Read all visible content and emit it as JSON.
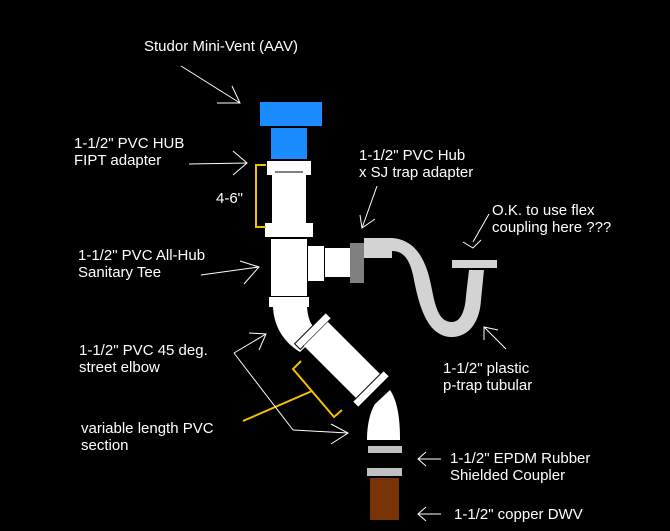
{
  "diagram": {
    "title": "PVC drain with Studor AAV and p-trap",
    "colors": {
      "background": "#000000",
      "label_text": "#ffffff",
      "vent": "#1a8cff",
      "pvc": "#ffffff",
      "trap": "#d3d3d3",
      "trap_adapter_nut": "#808080",
      "coupler_band": "#c0c0c0",
      "copper": "#7a3306",
      "dimension": "#f2c200",
      "leader": "#ffffff"
    },
    "labels": {
      "studor_vent": "Studor Mini-Vent (AAV)",
      "fipt_adapter_line1": "1-1/2\" PVC HUB",
      "fipt_adapter_line2": "FIPT adapter",
      "dimension_4_6": "4-6\"",
      "sanitary_tee_line1": "1-1/2\" PVC All-Hub",
      "sanitary_tee_line2": "Sanitary Tee",
      "trap_adapter_line1": "1-1/2\" PVC Hub",
      "trap_adapter_line2": "x SJ trap adapter",
      "flex_coupling_line1": "O.K. to use flex",
      "flex_coupling_line2": "coupling here ???",
      "street_elbow_line1": "1-1/2\" PVC 45 deg.",
      "street_elbow_line2": "street elbow",
      "ptrap_line1": "1-1/2\" plastic",
      "ptrap_line2": "p-trap tubular",
      "variable_length_line1": "variable length PVC",
      "variable_length_line2": "section",
      "epdm_coupler_line1": "1-1/2\" EPDM Rubber",
      "epdm_coupler_line2": "Shielded Coupler",
      "copper_dwv": "1-1/2\" copper DWV"
    }
  }
}
